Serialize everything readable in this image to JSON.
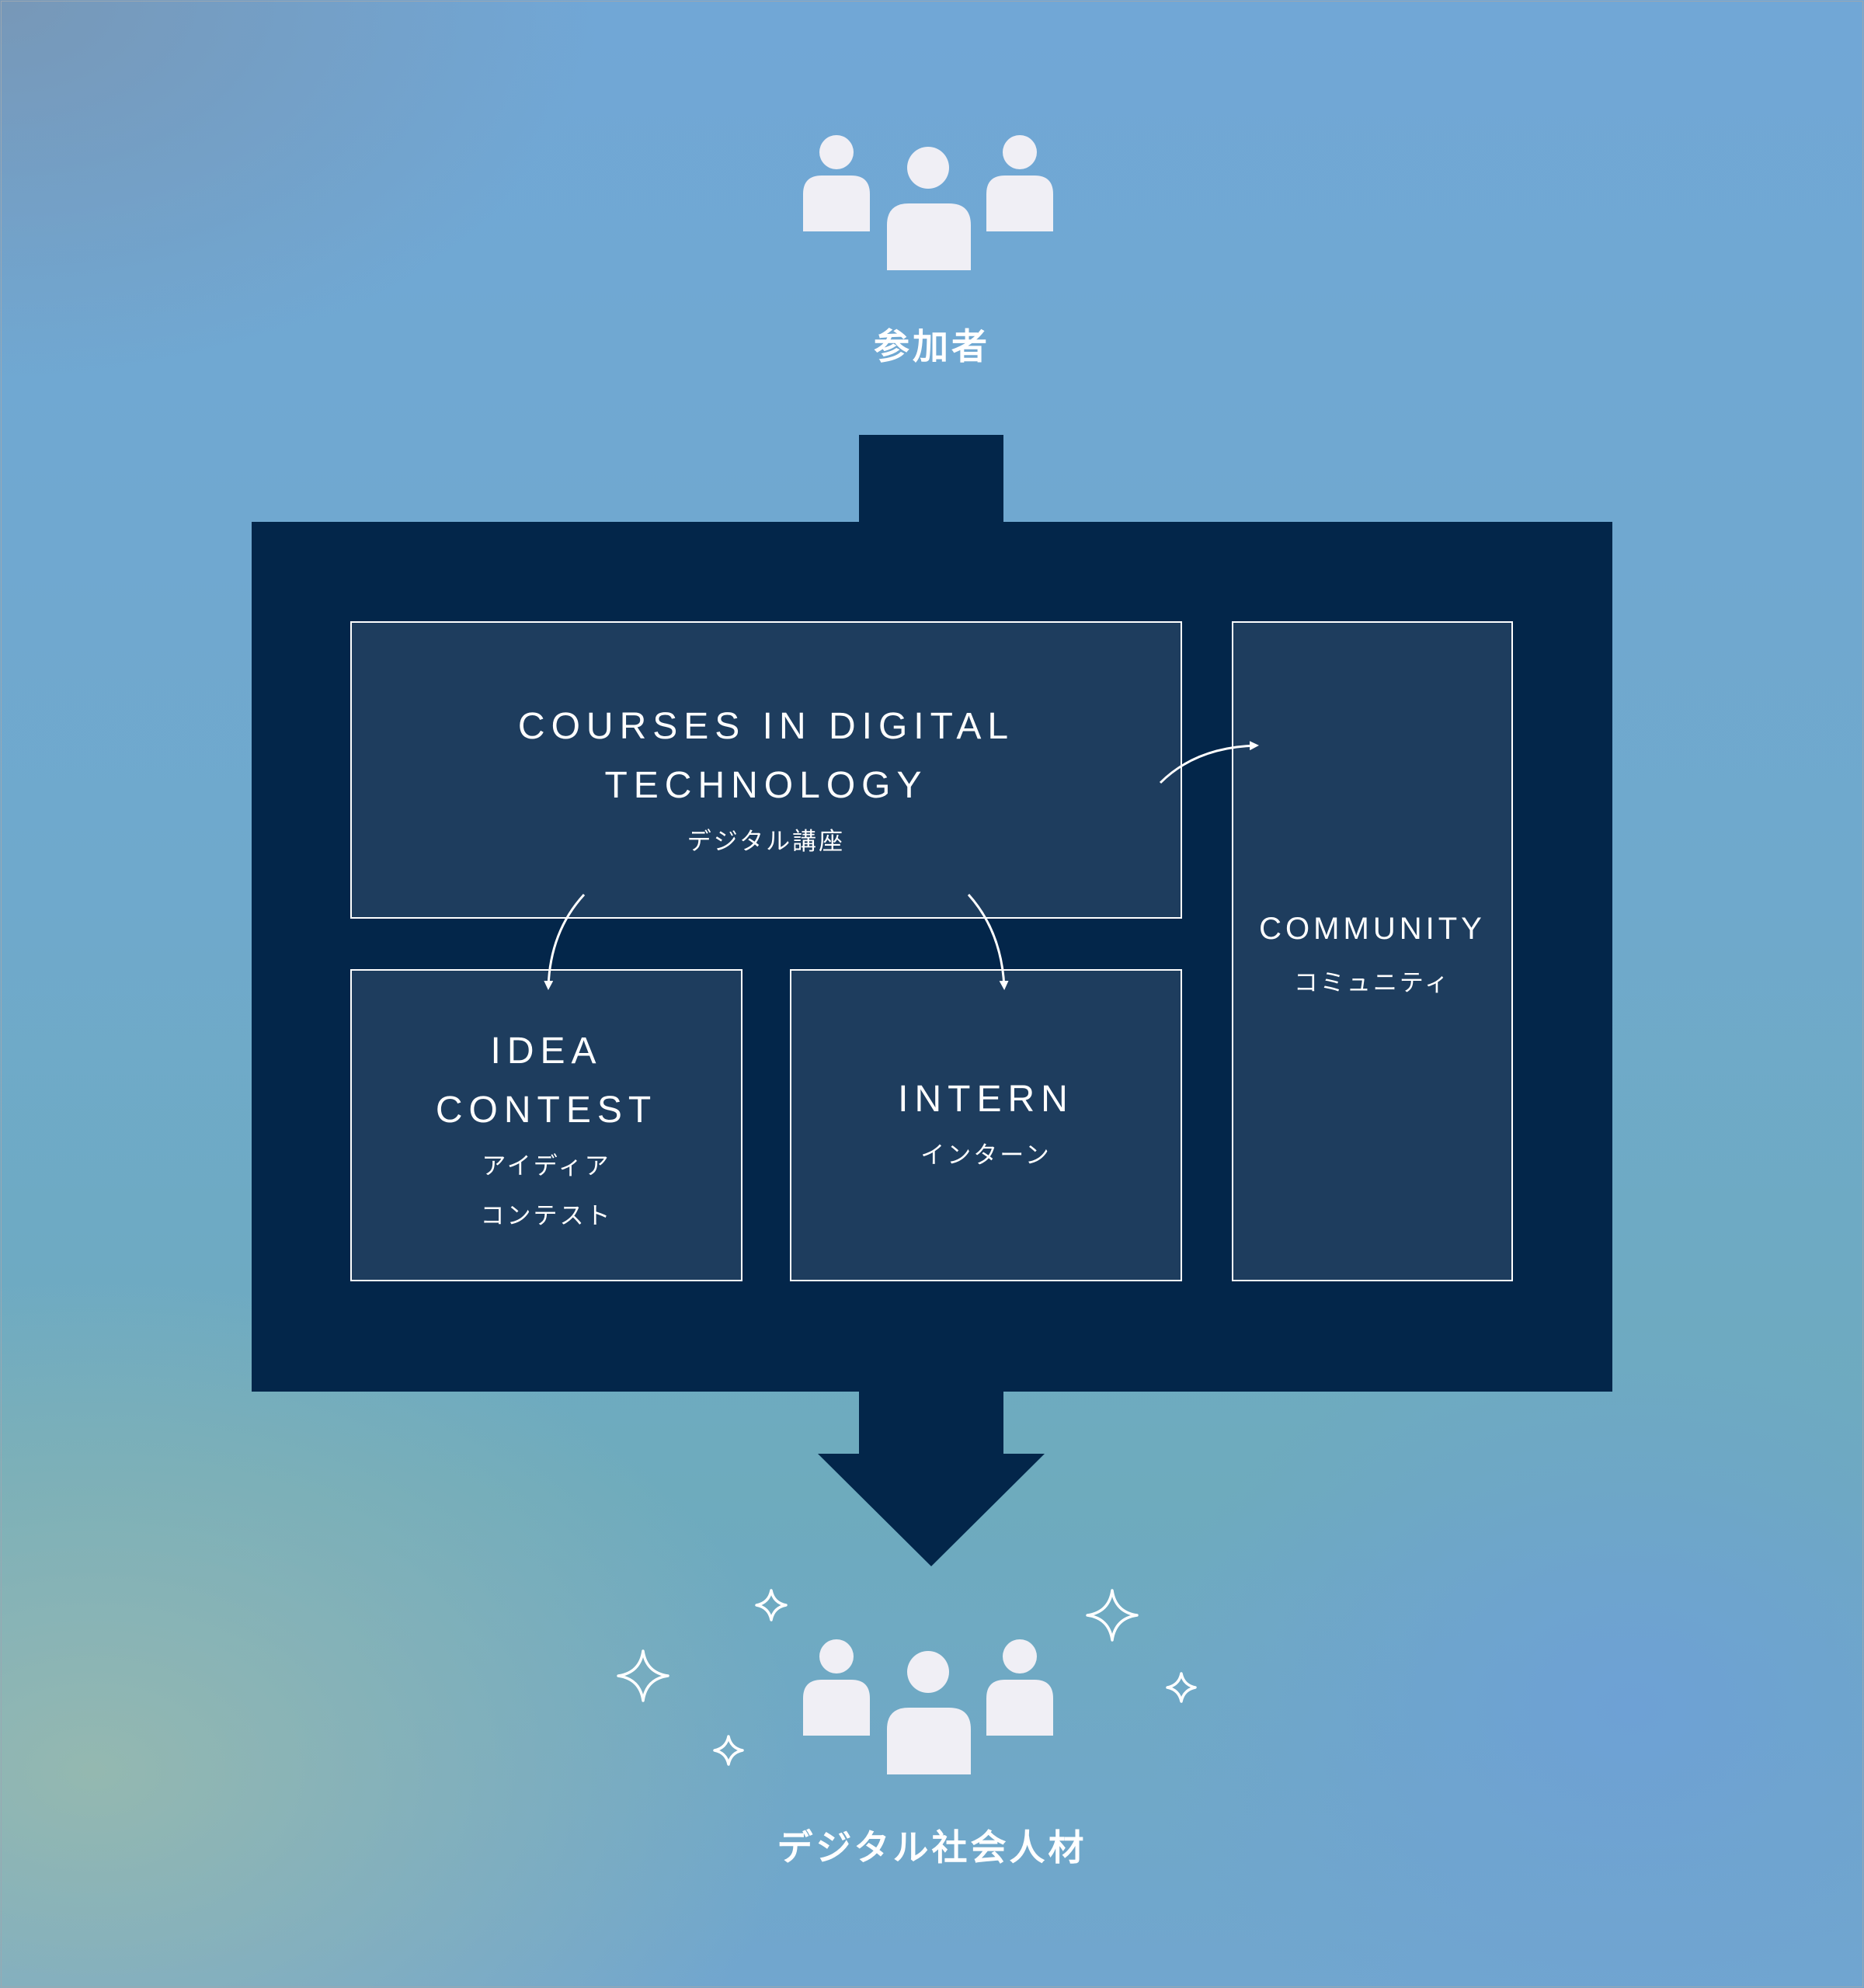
{
  "top": {
    "icon": "people-group-icon",
    "label": "参加者"
  },
  "courses": {
    "title": "COURSES IN DIGITAL TECHNOLOGY",
    "title_line1": "COURSES IN DIGITAL",
    "title_line2": "TECHNOLOGY",
    "subtitle": "デジタル講座"
  },
  "idea": {
    "title_line1": "IDEA",
    "title_line2": "CONTEST",
    "subtitle_line1": "アイディア",
    "subtitle_line2": "コンテスト"
  },
  "intern": {
    "title": "INTERN",
    "subtitle": "インターン"
  },
  "community": {
    "title": "COMMUNITY",
    "subtitle": "コミュニティ"
  },
  "bottom": {
    "icon": "people-group-icon",
    "sparkle_icon": "sparkle-icon",
    "label": "デジタル社会人材"
  },
  "colors": {
    "navy": "#03264a",
    "box": "#1e3d5e",
    "icon_fill": "#f0eff5"
  }
}
